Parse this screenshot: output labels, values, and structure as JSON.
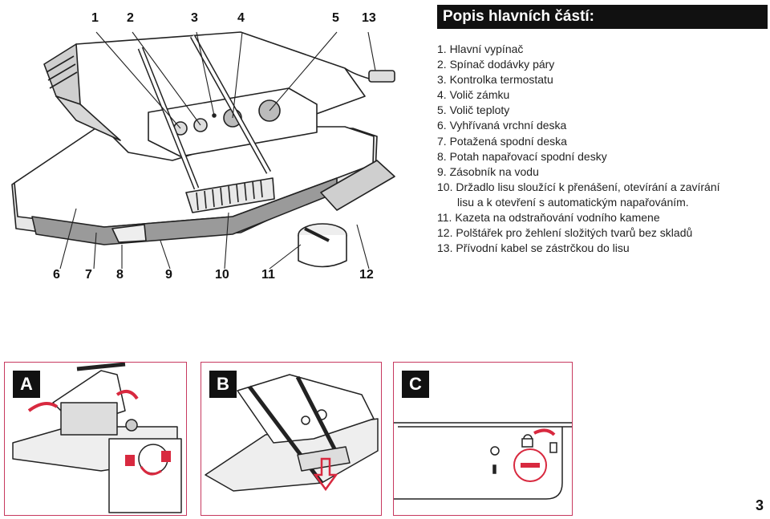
{
  "callouts_top": [
    "1",
    "2",
    "3",
    "4",
    "5",
    "13"
  ],
  "callouts_bottom": [
    "6",
    "7",
    "8",
    "9",
    "10",
    "11",
    "12"
  ],
  "section_title": "Popis hlavních částí:",
  "parts": [
    {
      "text": "1. Hlavní vypínač"
    },
    {
      "text": "2. Spínač dodávky páry"
    },
    {
      "text": "3. Kontrolka termostatu"
    },
    {
      "text": "4. Volič zámku"
    },
    {
      "text": "5. Volič teploty"
    },
    {
      "text": "6. Vyhřívaná vrchní deska"
    },
    {
      "text": "7. Potažená spodní deska"
    },
    {
      "text": "8. Potah napařovací spodní desky"
    },
    {
      "text": "9. Zásobník na vodu"
    },
    {
      "text": "10. Držadlo lisu sloužící k přenášení, otevírání a zavírání",
      "cont": "lisu a k otevření s automatickým napařováním."
    },
    {
      "text": "11. Kazeta na odstraňování vodního kamene"
    },
    {
      "text": "12. Polštářek pro žehlení složitých tvarů bez skladů"
    },
    {
      "text": "13. Přívodní kabel se zástrčkou do lisu"
    }
  ],
  "panels": [
    {
      "label": "A"
    },
    {
      "label": "B"
    },
    {
      "label": "C"
    }
  ],
  "page_number": "3",
  "colors": {
    "panel_border": "#c7395f",
    "arrow_red": "#d8293f",
    "header_bg": "#111111"
  }
}
